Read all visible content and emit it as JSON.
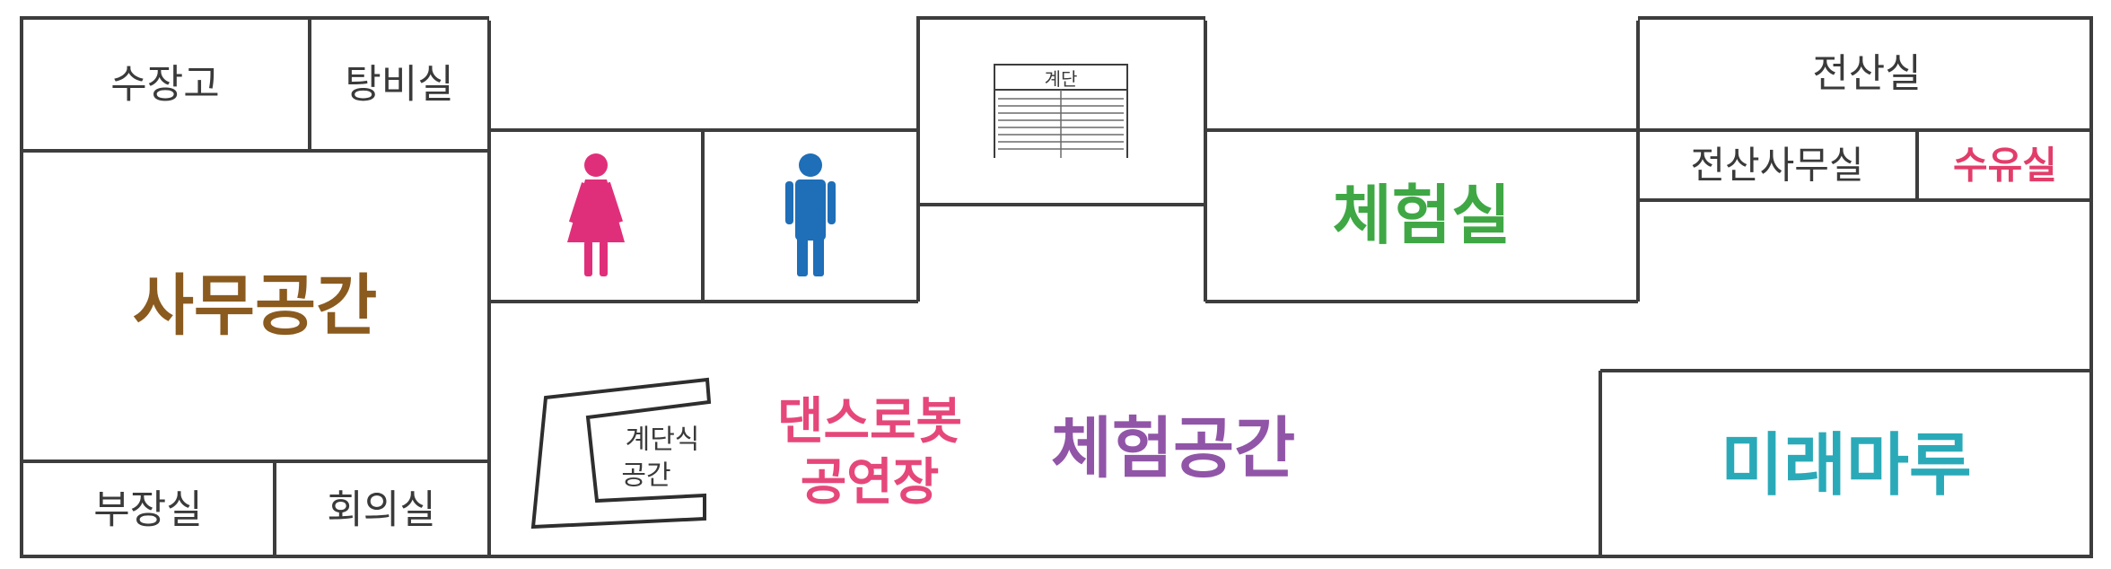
{
  "rooms": {
    "storage": "수장고",
    "kitchenette": "탕비실",
    "office_space": "사무공간",
    "manager_room": "부장실",
    "meeting_room": "회의실",
    "stairs": "계단",
    "experience_room": "체험실",
    "it_room": "전산실",
    "it_office": "전산사무실",
    "nursing_room": "수유실",
    "stair_space_line1": "계단식",
    "stair_space_line2": "공간",
    "dance_robot_line1": "댄스로봇",
    "dance_robot_line2": "공연장",
    "experience_space": "체험공간",
    "mirae_maru": "미래마루"
  },
  "restrooms": {
    "women_icon": "female-restroom-icon",
    "men_icon": "male-restroom-icon"
  },
  "colors": {
    "wall": "#3d3d3d",
    "office_space": "#8a5a1e",
    "experience_room": "#3fa845",
    "nursing_room": "#e23d6a",
    "dance_robot": "#e6477a",
    "experience_space": "#9155a8",
    "mirae_maru": "#2aaab8",
    "female": "#e02f7a",
    "male": "#1e6eb8"
  }
}
